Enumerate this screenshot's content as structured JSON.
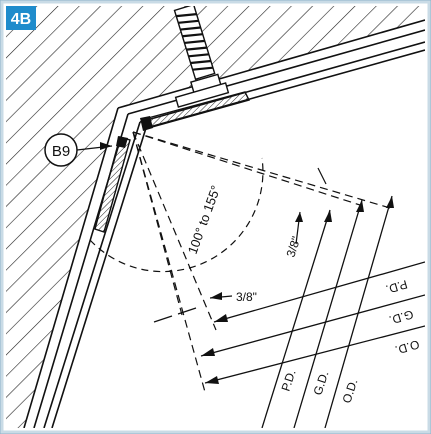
{
  "figure_tag": "4B",
  "callout": "B9",
  "angle_label": "100° to 155°",
  "dim_small": "3/8\"",
  "dim_inset": "3/8\"",
  "diameters_right": [
    "P.D.",
    "G.D.",
    "O.D."
  ],
  "diameters_bottom": [
    "P.D.",
    "G.D.",
    "O.D."
  ],
  "colors": {
    "frame": "#8fb3c9",
    "tag_bg": "#1f8ccc",
    "tag_text": "#ffffff",
    "line": "#111111"
  }
}
